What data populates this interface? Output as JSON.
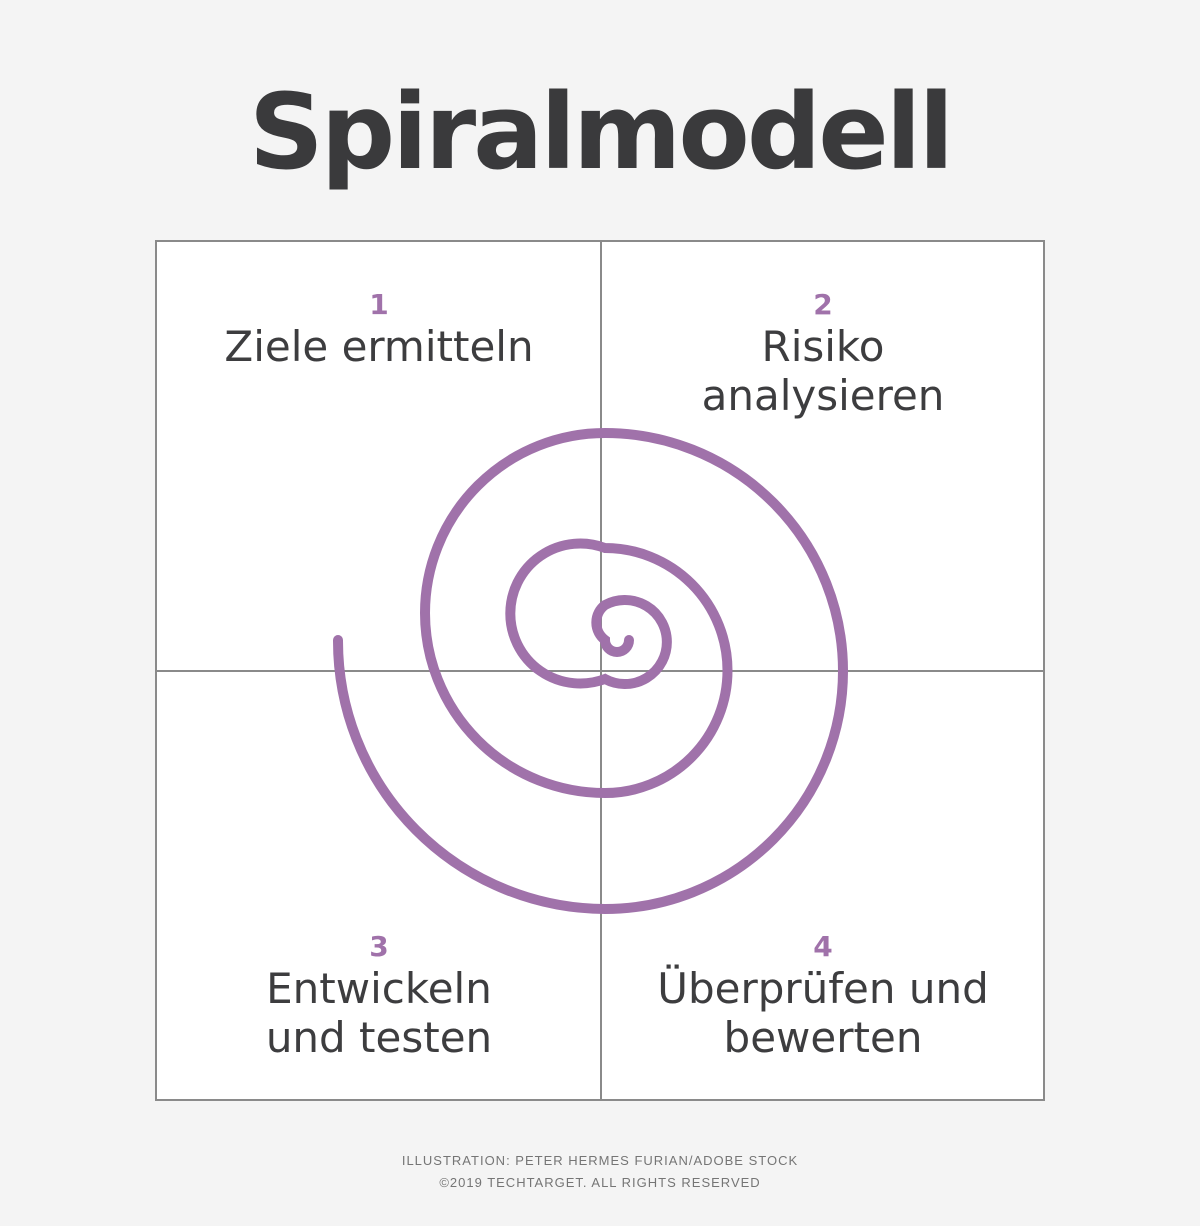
{
  "title": "Spiralmodell",
  "quadrants": [
    {
      "number": "1",
      "label": "Ziele ermitteln"
    },
    {
      "number": "2",
      "label": "Risiko\nanalysieren"
    },
    {
      "number": "3",
      "label": "Entwickeln\nund testen"
    },
    {
      "number": "4",
      "label": "Überprüfen und\nbewerten"
    }
  ],
  "credits": {
    "line1": "ILLUSTRATION: PETER HERMES FURIAN/ADOBE STOCK",
    "line2": "©2019 TECHTARGET. ALL RIGHTS RESERVED"
  },
  "colors": {
    "accent": "#a072aa",
    "text": "#3a3a3c",
    "background": "#f4f4f4",
    "grid": "#8a8a8a"
  }
}
